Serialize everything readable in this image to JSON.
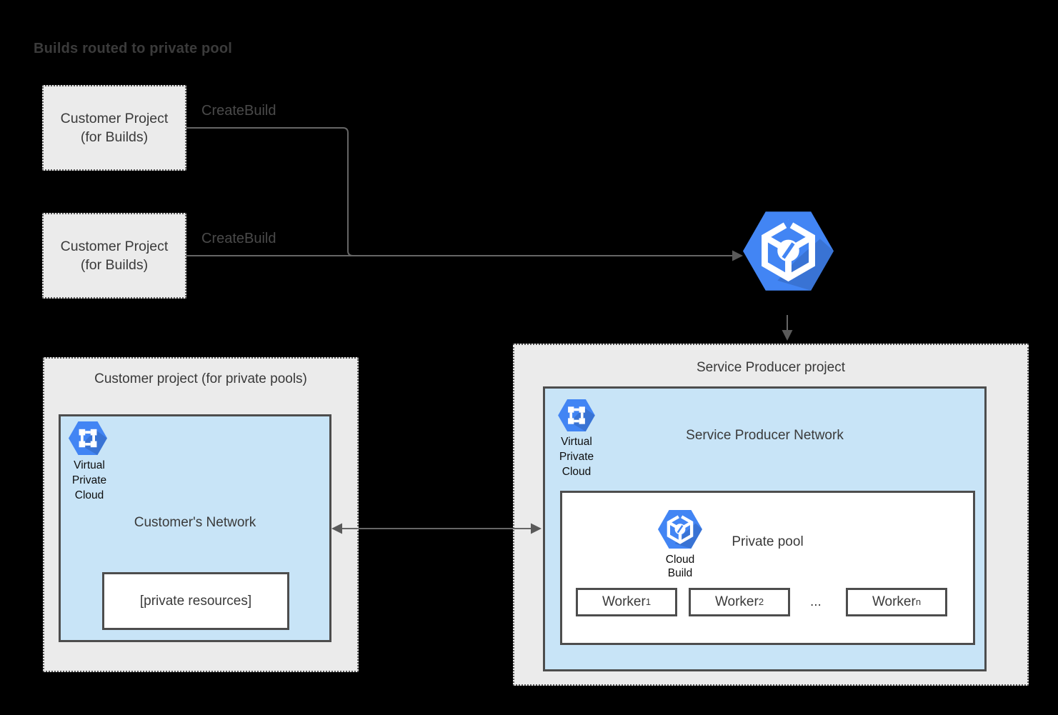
{
  "title": "Builds routed to private pool",
  "colors": {
    "background": "#000000",
    "project_fill": "#ebebeb",
    "network_fill": "#c8e4f7",
    "border": "#4d4d4d",
    "connector": "#666666",
    "google_blue": "#4285f4",
    "text": "#3a3a3a"
  },
  "icons": {
    "router": "cloud-build-icon",
    "vpc": "vpc-icon",
    "pool": "cloud-build-icon"
  },
  "build_projects": [
    {
      "line1": "Customer Project",
      "line2": "(for Builds)",
      "call_label": "CreateBuild"
    },
    {
      "line1": "Customer Project",
      "line2": "(for Builds)",
      "call_label": "CreateBuild"
    }
  ],
  "customer_pool_project": {
    "title": "Customer project (for private pools)",
    "network": {
      "label": "Customer's Network",
      "vpc_icon_label": {
        "line1": "Virtual",
        "line2": "Private",
        "line3": "Cloud"
      },
      "private_resources_label": "[private resources]"
    }
  },
  "service_producer_project": {
    "title": "Service Producer project",
    "network": {
      "label": "Service Producer Network",
      "vpc_icon_label": {
        "line1": "Virtual",
        "line2": "Private",
        "line3": "Cloud"
      },
      "private_pool": {
        "label": "Private pool",
        "icon_label": {
          "line1": "Cloud",
          "line2": "Build"
        },
        "workers": [
          {
            "name": "Worker",
            "sub": "1"
          },
          {
            "name": "Worker",
            "sub": "2"
          },
          {
            "name": "Worker",
            "sub": "n"
          }
        ],
        "ellipsis": "..."
      }
    }
  }
}
